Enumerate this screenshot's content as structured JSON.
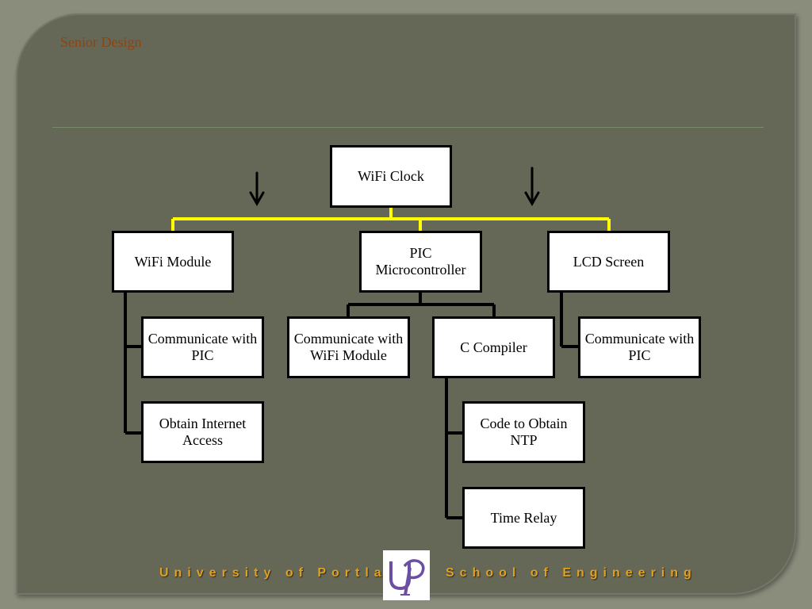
{
  "header": {
    "title": "Senior Design"
  },
  "diagram": {
    "root": {
      "label": "WiFi Clock"
    },
    "level1": [
      {
        "label": "WiFi Module"
      },
      {
        "label": "PIC Microcontroller"
      },
      {
        "label": "LCD Screen"
      }
    ],
    "wifi_children": [
      {
        "label": "Communicate with PIC"
      },
      {
        "label": "Obtain Internet Access"
      }
    ],
    "pic_children": [
      {
        "label": "Communicate with WiFi Module"
      },
      {
        "label": "C Compiler"
      }
    ],
    "compiler_children": [
      {
        "label": "Code to Obtain NTP"
      },
      {
        "label": "Time Relay"
      }
    ],
    "lcd_children": [
      {
        "label": "Communicate with PIC"
      }
    ],
    "colors": {
      "top_connector": "#ffff00",
      "connector": "#000000",
      "box_fill": "#ffffff"
    }
  },
  "footer": {
    "left_text": "University of Portland",
    "right_text": "School of Engineering",
    "logo": "university-of-portland-up-logo",
    "text_color": "#e0a020",
    "logo_color": "#6a4fa3"
  }
}
